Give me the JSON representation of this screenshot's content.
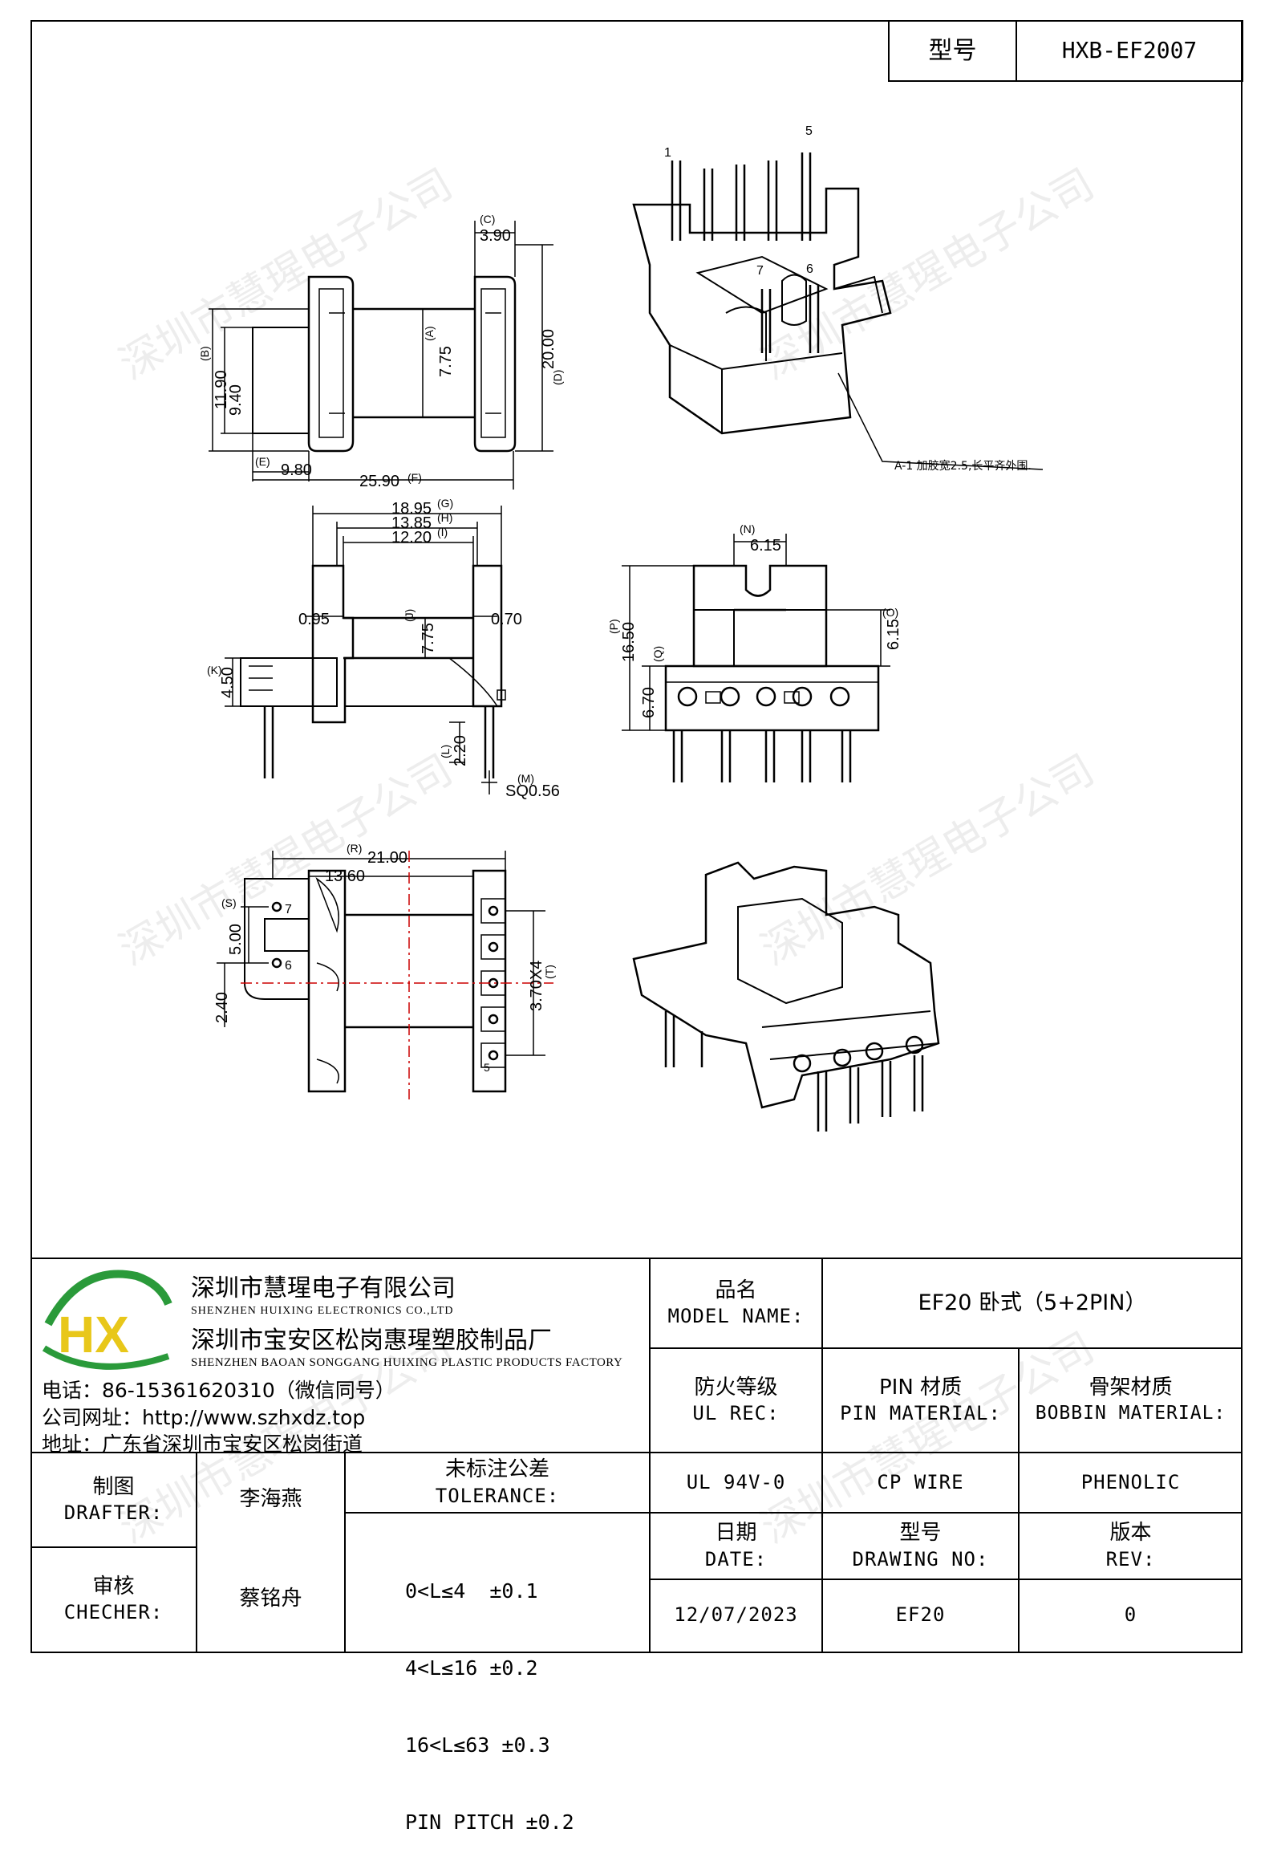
{
  "header": {
    "model_label": "型号",
    "model_code": "HXB-EF2007"
  },
  "drawing": {
    "dims": {
      "d390": "3.90",
      "c_label": "(C)",
      "a_label": "(A)",
      "d775": "7.75",
      "d2000": "20.00",
      "dd_label": "(D)",
      "b_label": "(B)",
      "d1190": "11.90",
      "d940": "9.40",
      "e_label": "(E)",
      "d980": "9.80",
      "d2590": "25.90",
      "f_label": "(F)",
      "d1895": "18.95",
      "g_label": "(G)",
      "d1385": "13.85",
      "h_label": "(H)",
      "d1220": "12.20",
      "i_label": "(I)",
      "d095": "0.95",
      "j_label": "(J)",
      "d775b": "7.75",
      "d070": "0.70",
      "k_label": "(K)",
      "d450": "4.50",
      "l_label": "(L)",
      "d220": "2.20",
      "m_label": "(M)",
      "sq": "SQ0.56",
      "n_label": "(N)",
      "d615": "6.15",
      "p_label": "(P)",
      "d1650": "16.50",
      "q_label": "(Q)",
      "d670": "6.70",
      "o_label": "(O)",
      "d615b": "6.15",
      "r_label": "(R)",
      "d2100": "21.00",
      "d1360": "13.60",
      "s_label": "(S)",
      "d500": "5.00",
      "d240": "2.40",
      "d370": "3.70X4",
      "t_label": "(T)"
    },
    "pins": {
      "p1": "1",
      "p5": "5",
      "p6": "6",
      "p7": "7",
      "b7": "7",
      "b6": "6",
      "b5": "5"
    },
    "note": "A-1 加胶宽2.5,长平齐外围."
  },
  "watermark": "深圳市慧瑆电子公司",
  "company": {
    "name_cn": "深圳市慧瑆电子有限公司",
    "name_en": "SHENZHEN HUIXING ELECTRONICS CO.,LTD",
    "factory_cn": "深圳市宝安区松岗惠瑆塑胶制品厂",
    "factory_en": "SHENZHEN BAOAN SONGGANG HUIXING PLASTIC PRODUCTS FACTORY",
    "phone": "电话：86-15361620310（微信同号）",
    "website": "公司网址：http://www.szhxdz.top",
    "address": "地址：广东省深圳市宝安区松岗街道",
    "logo_text": "HX"
  },
  "titleblock": {
    "model_name_cn": "品名",
    "model_name_en": "MODEL NAME:",
    "model_name_value": "EF20 卧式（5+2PIN）",
    "ul_cn": "防火等级",
    "ul_en": "UL REC:",
    "pin_cn": "PIN 材质",
    "pin_en": "PIN MATERIAL:",
    "bobbin_cn": "骨架材质",
    "bobbin_en": "BOBBIN MATERIAL:",
    "ul_value": "UL 94V-0",
    "pin_value": "CP WIRE",
    "bobbin_value": "PHENOLIC",
    "drafter_cn": "制图",
    "drafter_en": "DRAFTER:",
    "drafter_name": "李海燕",
    "checker_cn": "审核",
    "checker_en": "CHECHER:",
    "checker_name": "蔡铭舟",
    "tol_cn": "未标注公差",
    "tol_en": "TOLERANCE:",
    "tol_lines": [
      "0<L≤4  ±0.1",
      "4<L≤16 ±0.2",
      "16<L≤63 ±0.3",
      "PIN PITCH ±0.2"
    ],
    "date_cn": "日期",
    "date_en": "DATE:",
    "date_value": "12/07/2023",
    "dwg_cn": "型号",
    "dwg_en": "DRAWING NO:",
    "dwg_value": "EF20",
    "rev_cn": "版本",
    "rev_en": "REV:",
    "rev_value": "0"
  }
}
